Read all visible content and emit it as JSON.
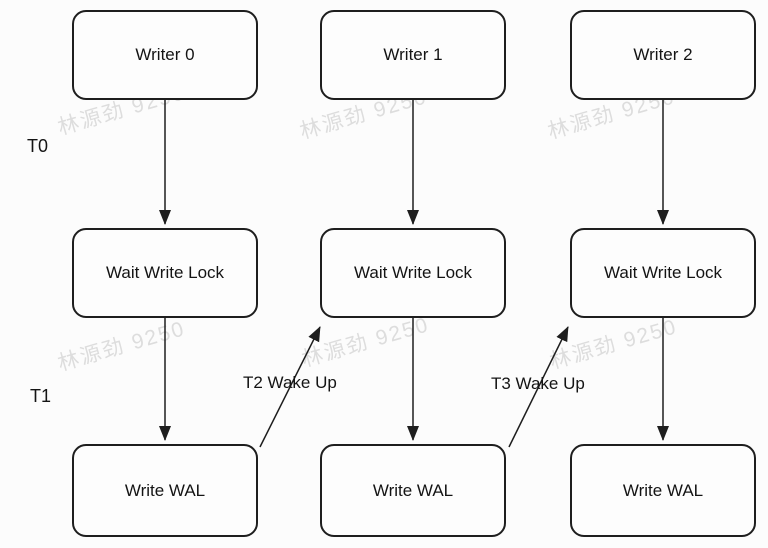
{
  "diagram": {
    "rows": [
      {
        "name": "writers",
        "cells": [
          "Writer 0",
          "Writer 1",
          "Writer 2"
        ]
      },
      {
        "name": "wait-write-lock",
        "cells": [
          "Wait Write Lock",
          "Wait Write Lock",
          "Wait Write Lock"
        ]
      },
      {
        "name": "write-wal",
        "cells": [
          "Write WAL",
          "Write WAL",
          "Write WAL"
        ]
      }
    ],
    "time_labels": [
      "T0",
      "T1"
    ],
    "edges": [
      {
        "from": "writer-0",
        "to": "wait-write-lock-0",
        "label": ""
      },
      {
        "from": "writer-1",
        "to": "wait-write-lock-1",
        "label": ""
      },
      {
        "from": "writer-2",
        "to": "wait-write-lock-2",
        "label": ""
      },
      {
        "from": "wait-write-lock-0",
        "to": "write-wal-0",
        "label": ""
      },
      {
        "from": "wait-write-lock-1",
        "to": "write-wal-1",
        "label": ""
      },
      {
        "from": "wait-write-lock-2",
        "to": "write-wal-2",
        "label": ""
      },
      {
        "from": "write-wal-0",
        "to": "wait-write-lock-1",
        "label": "T2 Wake Up"
      },
      {
        "from": "write-wal-1",
        "to": "wait-write-lock-2",
        "label": "T3 Wake Up"
      }
    ],
    "watermark_text": "林源劲 9250",
    "colors": {
      "line": "#1e1e1e",
      "box_border": "#1e1e1e",
      "box_fill": "#fdfdfd",
      "background": "#fcfcfc",
      "watermark": "#d8d8d8"
    }
  }
}
